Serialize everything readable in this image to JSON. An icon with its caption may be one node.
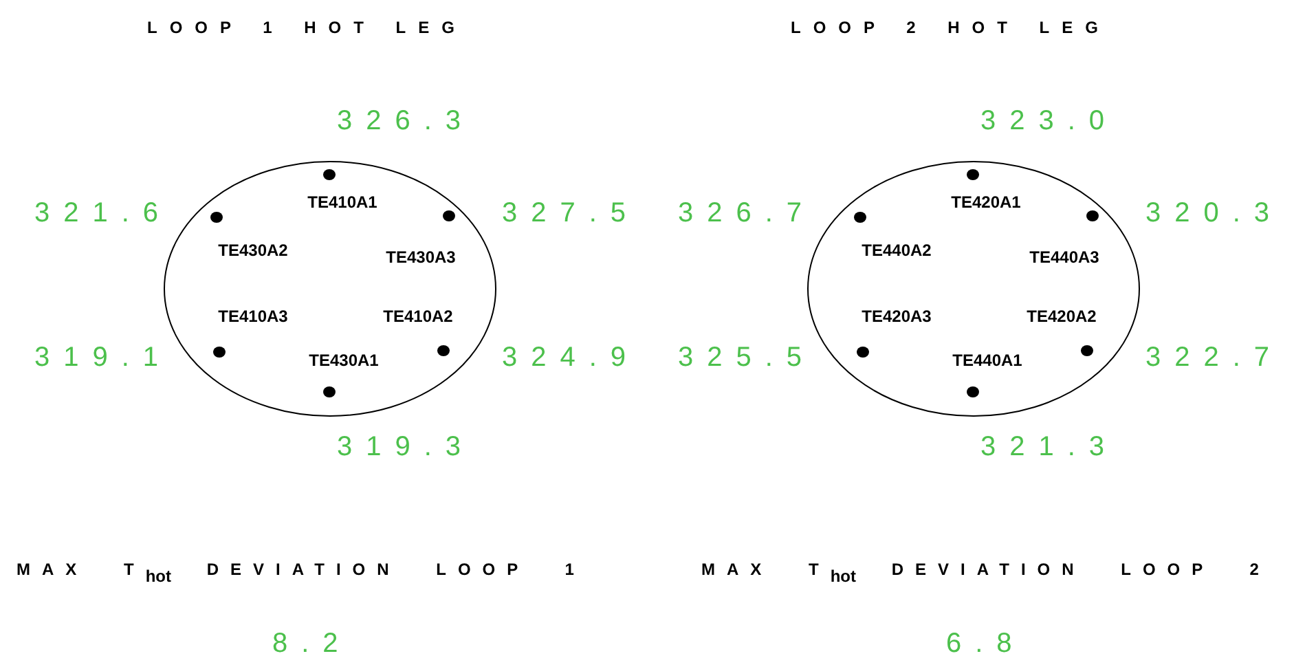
{
  "diagram": {
    "nodes": [
      {
        "text": [
          "TE410A1",
          "TE430A2",
          "TE430A3",
          "TE410A3",
          "TE410A2",
          "TE430A1"
        ],
        "beside": [
          "326.3",
          "321.6",
          "327.5",
          "319.1",
          "324.9",
          "319.3"
        ]
      },
      {
        "text": [
          "TE420A1",
          "TE440A2",
          "TE440A3",
          "TE420A3",
          "TE420A2",
          "TE440A1"
        ],
        "beside": [
          "323.0",
          "326.7",
          "320.3",
          "325.5",
          "322.7",
          "321.3"
        ]
      }
    ],
    "labels": [
      "LOOP 1 HOT LEG",
      "LOOP 2 HOT LEG",
      "MAX T$_{hot}$ DEVIATION LOOP 1",
      "MAX T$_{hot}$ DEVIATION LOOP 2",
      "8.2",
      "6.8"
    ]
  }
}
